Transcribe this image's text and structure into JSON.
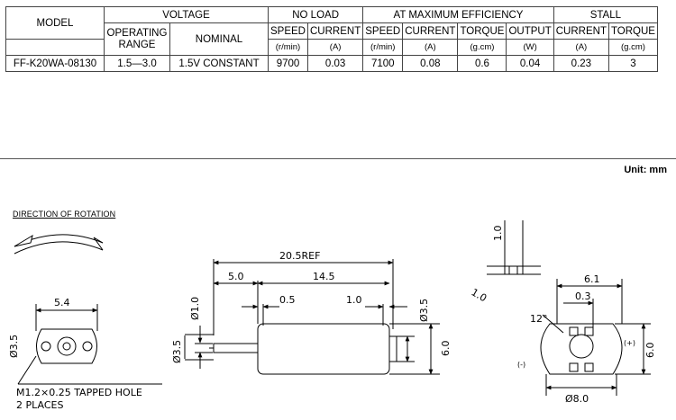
{
  "spec_table": {
    "headers": {
      "model": "MODEL",
      "voltage": "VOLTAGE",
      "no_load": "NO LOAD",
      "max_eff": "AT MAXIMUM EFFICIENCY",
      "stall": "STALL",
      "operating_range": "OPERATING RANGE",
      "nominal": "NOMINAL",
      "speed": "SPEED",
      "current": "CURRENT",
      "torque": "TORQUE",
      "output": "OUTPUT"
    },
    "units": {
      "speed": "(r/min)",
      "current": "(A)",
      "torque": "(g.cm)",
      "output": "(W)"
    },
    "row": {
      "model": "FF-K20WA-08130",
      "operating_range": "1.5—3.0",
      "nominal": "1.5V CONSTANT",
      "no_load_speed": "9700",
      "no_load_current": "0.03",
      "eff_speed": "7100",
      "eff_current": "0.08",
      "eff_torque": "0.6",
      "eff_output": "0.04",
      "stall_current": "0.23",
      "stall_torque": "3"
    }
  },
  "unit_note": "Unit: mm",
  "drawing": {
    "direction_label": "DIRECTION OF ROTATION",
    "front_view": {
      "width_dim": "5.4",
      "height_dim": "Ø3.5",
      "hole_note_1": "M1.2×0.25 TAPPED HOLE",
      "hole_note_2": "2 PLACES"
    },
    "side_view": {
      "overall": "20.5REF",
      "shaft_len": "5.0",
      "body_len": "14.5",
      "boss_len": "0.5",
      "rear_len": "1.0",
      "shaft_dia": "Ø1.0",
      "boss_dia": "Ø3.5",
      "body_dia": "6.0",
      "rear_boss_dia": "Ø3.5"
    },
    "rear_view": {
      "terminal_1": "1.0",
      "terminal_2": "1.0",
      "spacing": "6.1",
      "thickness": "0.3",
      "angle": "12°",
      "plus": "(+)",
      "minus": "(-)",
      "dia": "Ø8.0",
      "height": "6.0"
    }
  }
}
